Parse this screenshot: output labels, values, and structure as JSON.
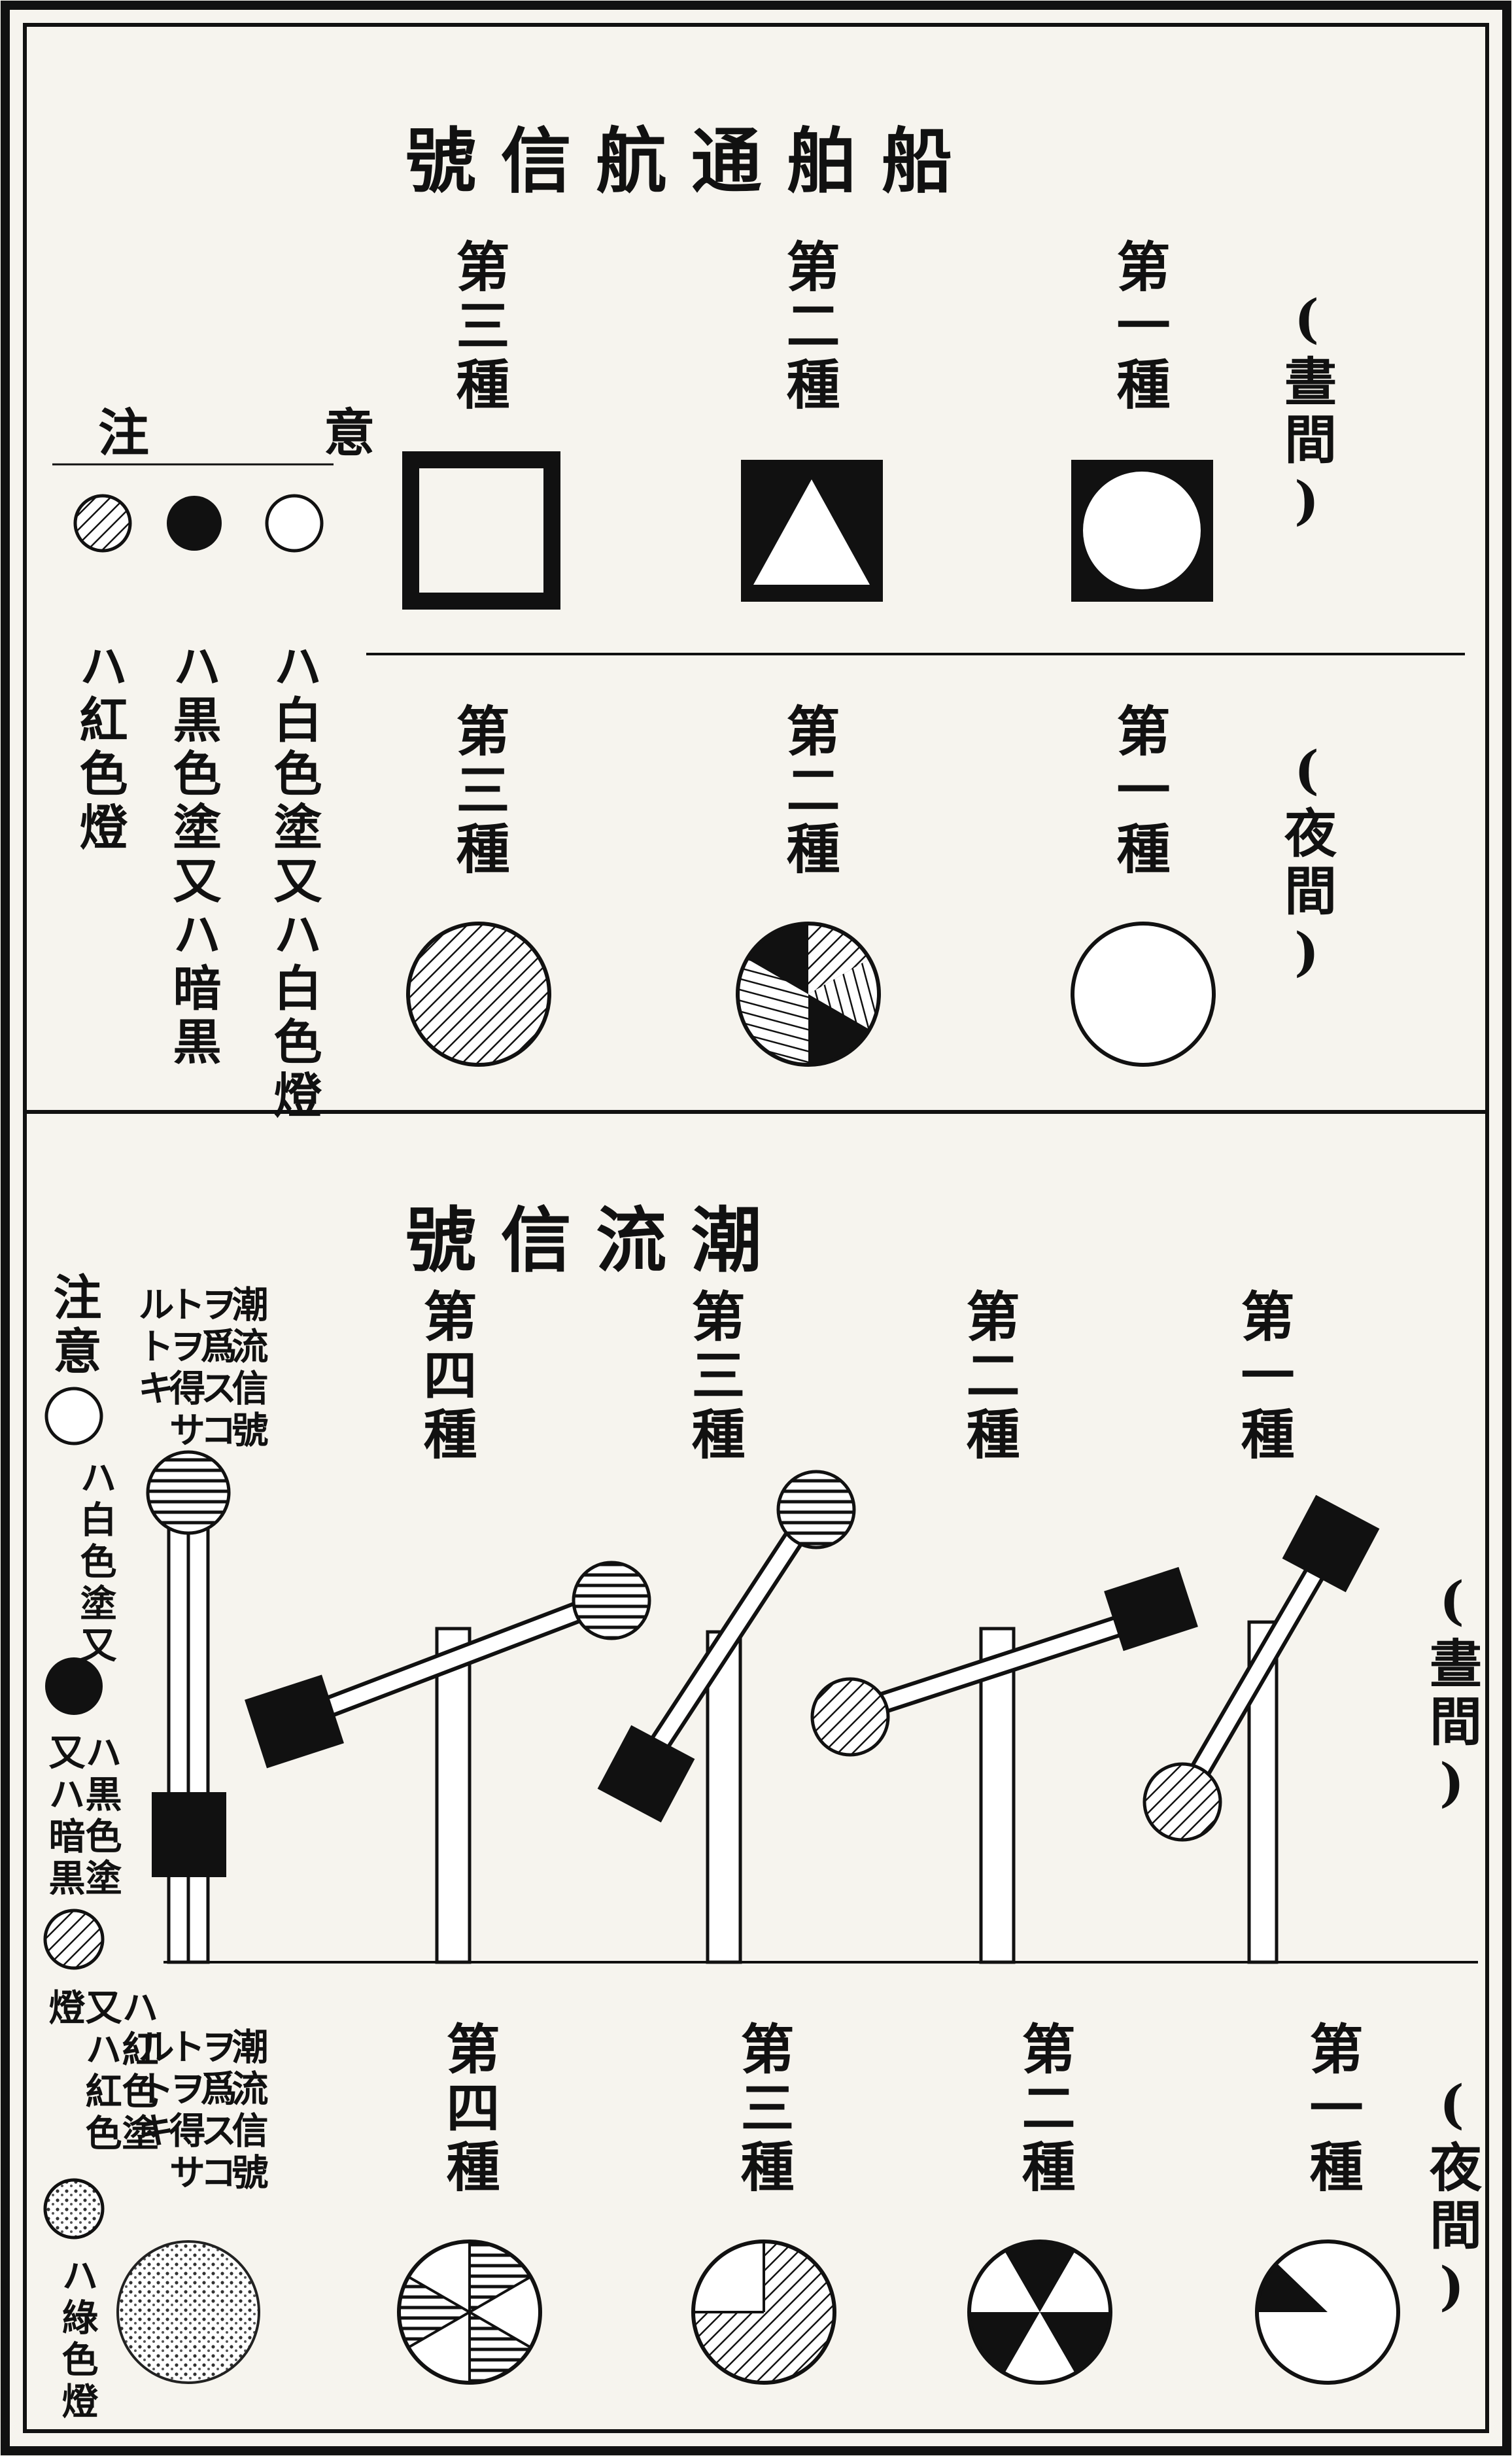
{
  "top": {
    "title": "號 信 航 通 舶 船",
    "labels": {
      "third": "第三種",
      "second": "第二種",
      "first": "第一種"
    },
    "day": "(晝間)",
    "night": "(夜間)"
  },
  "top_note": {
    "heading": "注 意",
    "white": "ハ白色塗又ハ白色燈",
    "black": "ハ黒色塗又ハ暗黒",
    "red": "ハ紅色燈"
  },
  "bottom": {
    "title": "號 信 流 潮",
    "labels": {
      "fourth": "第四種",
      "third": "第三種",
      "second": "第二種",
      "first": "第一種"
    },
    "day": "(晝間)",
    "night": "(夜間)",
    "cap_day": [
      "潮流信號",
      "ヲ爲スコ",
      "トヲ得サ",
      "ルトキ"
    ],
    "cap_night": [
      "潮流信號",
      "ヲ爲スコ",
      "トヲ得サ",
      "ルトキ"
    ]
  },
  "bottom_note": {
    "heading": "注意",
    "white": "ハ白色塗又",
    "black": "ハ黒色塗又ハ暗黒",
    "red": "ハ紅色塗又ハ紅色燈",
    "green": "ハ綠色燈"
  }
}
